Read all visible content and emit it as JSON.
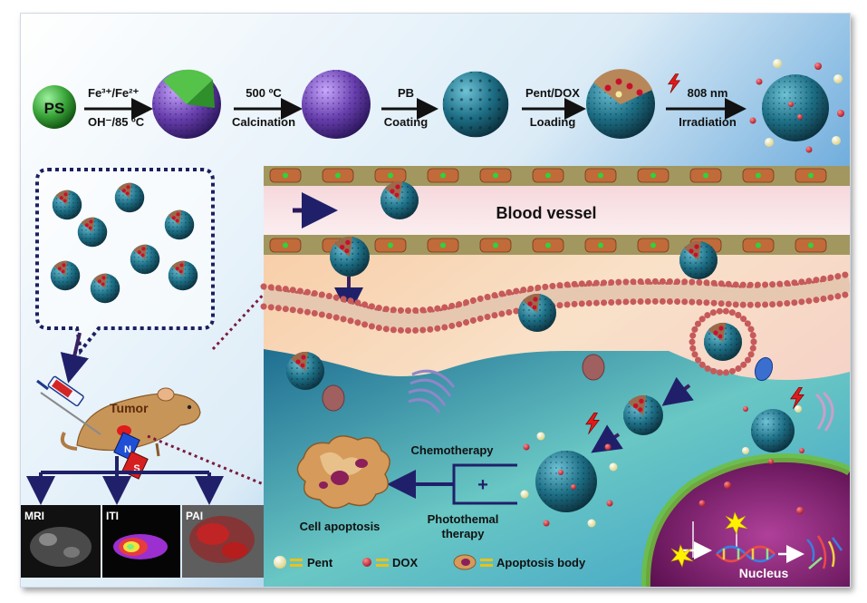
{
  "synthesis": {
    "core_label": "PS",
    "step1_top": "Fe³⁺/Fe²⁺",
    "step1_bottom": "OH⁻/85 ºC",
    "step2_top": "500 ºC",
    "step2_bottom": "Calcination",
    "step3_top": "PB",
    "step3_bottom": "Coating",
    "step4_top": "Pent/DOX",
    "step4_bottom": "Loading",
    "step5_top": "808 nm",
    "step5_bottom": "Irradiation"
  },
  "in_vivo": {
    "tumor_label": "Tumor",
    "magnet_n": "N",
    "magnet_s": "S",
    "imaging": [
      "MRI",
      "ITI",
      "PAI"
    ]
  },
  "vessel": {
    "label": "Blood  vessel"
  },
  "therapy": {
    "chemo": "Chemotherapy",
    "plus": "+",
    "photo_line1": "Photothemal",
    "photo_line2": "therapy",
    "result": "Cell apoptosis",
    "nucleus": "Nucleus"
  },
  "legend": {
    "pent": "Pent",
    "dox": "DOX",
    "apoptosis": "Apoptosis body"
  },
  "colors": {
    "particle": "#1d6f86",
    "shell_purple": "#6a3fb0",
    "core_green": "#3aa63a",
    "dox_red": "#c8102e",
    "pent_yellow": "#f2eaa0",
    "arrow_navy": "#20206a",
    "nucleus": "#7a1f6e"
  }
}
